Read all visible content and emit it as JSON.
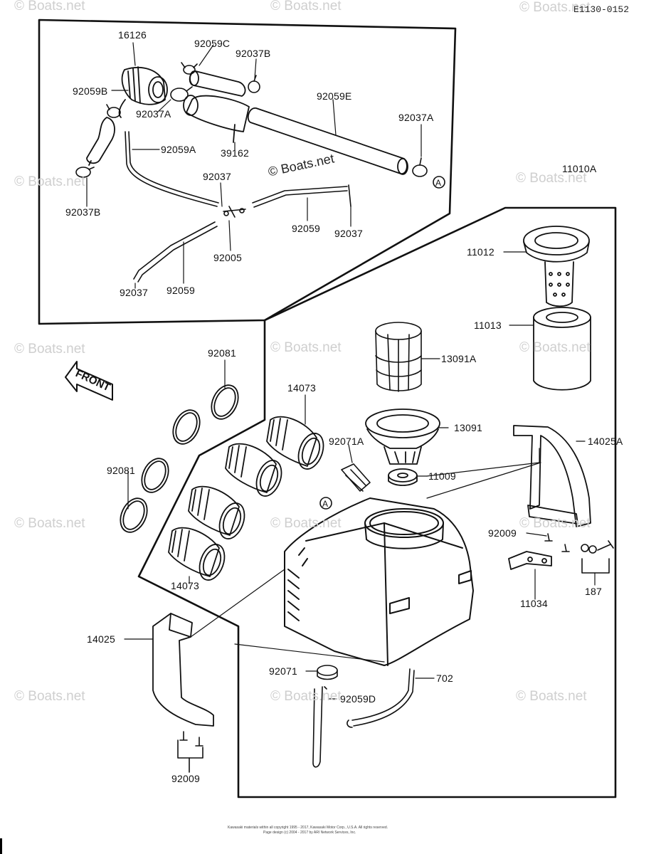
{
  "diagram": {
    "code": "E1130-0152",
    "front_label": "FRONT",
    "ref_marker": "A",
    "footer_line1": "Kawasaki materials within all copyright 1995 - 2017, Kawasaki Motor Corp., U.S.A. All rights reserved.",
    "footer_line2": "Page design (c) 2004 - 2017 by ARI Network Services, Inc.",
    "left_marker_icon": "edge-bar",
    "watermarks": [
      {
        "id": "wm1",
        "text": "© Boats.net"
      },
      {
        "id": "wm2",
        "text": "© Boats.net"
      },
      {
        "id": "wm3",
        "text": "© Boats.net"
      },
      {
        "id": "wm4",
        "text": "© Boats.net"
      },
      {
        "id": "wm5",
        "text": "© Boats.net"
      },
      {
        "id": "wm6",
        "text": "© Boats.net"
      },
      {
        "id": "wm7",
        "text": "© Boats.net"
      },
      {
        "id": "wm8",
        "text": "© Boats.net"
      },
      {
        "id": "wm9",
        "text": "© Boats.net"
      },
      {
        "id": "wm10",
        "text": "© Boats.net"
      },
      {
        "id": "wm11",
        "text": "© Boats.net"
      },
      {
        "id": "wm12",
        "text": "© Boats.net"
      },
      {
        "id": "wm13",
        "text": "© Boats.net"
      },
      {
        "id": "wm14",
        "text": "© Boats.net"
      }
    ],
    "center_watermark": "© Boats.net",
    "part_labels": [
      {
        "id": "p16126",
        "text": "16126"
      },
      {
        "id": "p92059C",
        "text": "92059C"
      },
      {
        "id": "p92037B_top",
        "text": "92037B"
      },
      {
        "id": "p92059B",
        "text": "92059B"
      },
      {
        "id": "p92037A_left",
        "text": "92037A"
      },
      {
        "id": "p92059E",
        "text": "92059E"
      },
      {
        "id": "p92037A_right",
        "text": "92037A"
      },
      {
        "id": "p92059A",
        "text": "92059A"
      },
      {
        "id": "p39162",
        "text": "39162"
      },
      {
        "id": "p92037_mid",
        "text": "92037"
      },
      {
        "id": "p92037B_left",
        "text": "92037B"
      },
      {
        "id": "p92059_right",
        "text": "92059"
      },
      {
        "id": "p92037_right",
        "text": "92037"
      },
      {
        "id": "p92005",
        "text": "92005"
      },
      {
        "id": "p92037_bottom",
        "text": "92037"
      },
      {
        "id": "p92059_bottom",
        "text": "92059"
      },
      {
        "id": "p11010A",
        "text": "11010A"
      },
      {
        "id": "p11012",
        "text": "11012"
      },
      {
        "id": "p11013",
        "text": "11013"
      },
      {
        "id": "p13091A",
        "text": "13091A"
      },
      {
        "id": "p92081_top",
        "text": "92081"
      },
      {
        "id": "p14073_top",
        "text": "14073"
      },
      {
        "id": "p13091",
        "text": "13091"
      },
      {
        "id": "p92071A",
        "text": "92071A"
      },
      {
        "id": "p14025A",
        "text": "14025A"
      },
      {
        "id": "p11009",
        "text": "11009"
      },
      {
        "id": "p92081_left",
        "text": "92081"
      },
      {
        "id": "p92009_right",
        "text": "92009"
      },
      {
        "id": "p14073_bottom",
        "text": "14073"
      },
      {
        "id": "p187",
        "text": "187"
      },
      {
        "id": "p11034",
        "text": "11034"
      },
      {
        "id": "p14025",
        "text": "14025"
      },
      {
        "id": "p92071",
        "text": "92071"
      },
      {
        "id": "p702",
        "text": "702"
      },
      {
        "id": "p92059D",
        "text": "92059D"
      },
      {
        "id": "p92009_bottom",
        "text": "92009"
      }
    ]
  }
}
